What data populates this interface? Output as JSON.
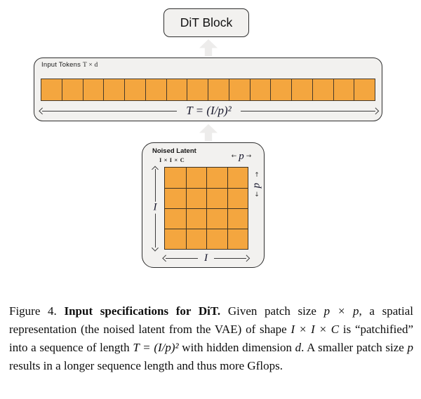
{
  "figure": {
    "dit_block_label": "DiT Block",
    "tokens_box": {
      "label_prefix": "Input Tokens ",
      "label_dims": "T × d",
      "token_count": 16,
      "sequence_length_label": "T = (I/p)²"
    },
    "noised_latent_box": {
      "title": "Noised Latent",
      "shape_label": "I × I × C",
      "patch_size_label": "p",
      "image_size_label": "I",
      "grid_rows": 4,
      "grid_cols": 4
    }
  },
  "icons": {
    "arrow_left": "←",
    "arrow_right": "→",
    "arrow_up": "↑",
    "arrow_down": "↓"
  },
  "colors": {
    "patch_orange": "#f4a63f",
    "panel_fill": "#f2f1ef",
    "panel_border": "#2e2e2e",
    "flow_arrow_gray": "#edeceb"
  },
  "caption": {
    "s1": "Figure 4. ",
    "s2": "Input specifications for DiT.",
    "s3": " Given patch size ",
    "s4": "p × p",
    "s5": ", a spatial representation (the noised latent from the VAE) of shape ",
    "s6": "I × I × C",
    "s7": " is “patchified” into a sequence of length ",
    "s8": "T = (I/p)²",
    "s9": " with hidden dimension ",
    "s10": "d",
    "s11": ". A smaller patch size ",
    "s12": "p",
    "s13": " results in a longer sequence length and thus more Gflops."
  }
}
